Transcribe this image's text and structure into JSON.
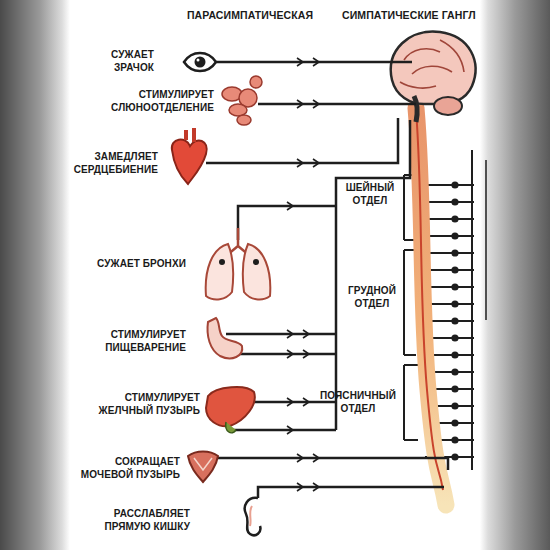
{
  "diagram": {
    "labels": [
      "ПАРАСИМПАТИЧЕСКАЯ",
      "СИМПАТИЧЕСКИЕ ГАНГЛ",
      "СУЖАЕТ ЗРАЧОК",
      "СТИМУЛИРУЕТ СЛЮНООТДЕЛЕНИЕ",
      "ЗАМЕДЛЯЕТ СЕРДЦЕБИЕНИЕ",
      "СУЖАЕТ БРОНХИ",
      "СТИМУЛИРУЕТ ПИЩЕВАРЕНИЕ",
      "СТИМУЛИРУЕТ ЖЕЛЧНЫЙ ПУЗЫРЬ",
      "СОКРАЩАЕТ МОЧЕВОЙ ПУЗЫРЬ",
      "РАССЛАБЛЯЕТ ПРЯМУЮ КИШКУ",
      "ШЕЙНЫЙ ОТДЕЛ",
      "ГРУДНОЙ ОТДЕЛ",
      "ПОЯСНИЧНЫЙ ОТДЕЛ"
    ]
  }
}
